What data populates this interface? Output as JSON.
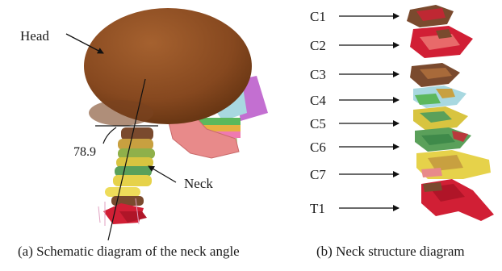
{
  "panel_a": {
    "caption": "(a) Schematic diagram of the neck angle",
    "label_head": "Head",
    "label_neck": "Neck",
    "angle_value": "78.9"
  },
  "panel_b": {
    "caption": "(b) Neck structure diagram",
    "vertebra_labels": [
      "C1",
      "C2",
      "C3",
      "C4",
      "C5",
      "C6",
      "C7",
      "T1"
    ]
  },
  "colors": {
    "head": "#8a4a22",
    "jaw": "#e88a8a",
    "red_part": "#d11f35",
    "violet_part": "#c36fd1"
  }
}
